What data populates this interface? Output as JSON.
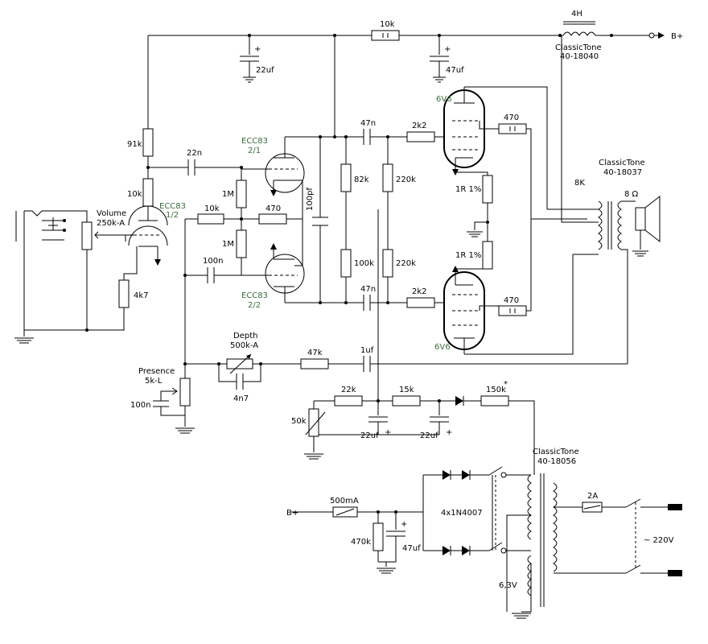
{
  "supply": {
    "bplus_top": "B+",
    "bplus_left": "B+",
    "choke": "4H",
    "choke_brand": "ClassicTone",
    "choke_part": "40-18040",
    "r_dropper": "10k",
    "c_filter1": "22uf",
    "c_filter2": "47uf",
    "fuse_dc": "500mA",
    "r_bleeder": "470k",
    "c_reservoir": "47uf",
    "rectifier": "4x1N4007"
  },
  "preamp": {
    "tube1_name": "ECC83",
    "tube1_unit": "1/2",
    "volume_name": "Volume",
    "volume_value": "250k-A",
    "r_91k": "91k",
    "r_10k_plate": "10k",
    "r_4k7": "4k7",
    "c_22n": "22n",
    "r_1m_top": "1M",
    "r_1m_bot": "1M",
    "r_10k_pi": "10k",
    "r_470_pi": "470",
    "c_100n": "100n",
    "pi_top_name": "ECC83",
    "pi_top_unit": "2/1",
    "pi_bot_name": "ECC83",
    "pi_bot_unit": "2/2",
    "c_100pf": "100pf",
    "r_82k": "82k",
    "r_100k": "100k",
    "r_220k_top": "220k",
    "r_220k_bot": "220k",
    "c_47n_top": "47n",
    "c_47n_bot": "47n",
    "r_2k2_top": "2k2",
    "r_2k2_bot": "2k2"
  },
  "power_amp": {
    "tube_top": "6V6",
    "tube_bot": "6V6",
    "r_470_top": "470",
    "r_470_bot": "470",
    "r_cathode_top": "1R 1%",
    "r_cathode_bot": "1R 1%",
    "ot_brand": "ClassicTone",
    "ot_part": "40-18037",
    "ot_primary": "8K",
    "speaker": "8 Ω"
  },
  "feedback": {
    "presence_name": "Presence",
    "presence_value": "5k-L",
    "c_presence": "100n",
    "depth_name": "Depth",
    "depth_value": "500k-A",
    "c_4n7": "4n7",
    "r_47k": "47k",
    "c_1uf": "1uf"
  },
  "bias": {
    "r_22k": "22k",
    "r_15k": "15k",
    "r_150k": "150k",
    "r_150k_mark": "*",
    "pot_50k": "50k",
    "c_bias1": "22uf",
    "c_bias2": "22uf"
  },
  "mains": {
    "pt_brand": "ClassicTone",
    "pt_part": "40-18056",
    "fuse_ac": "2A",
    "heater": "6,3V",
    "mains_v": "~ 220V"
  }
}
